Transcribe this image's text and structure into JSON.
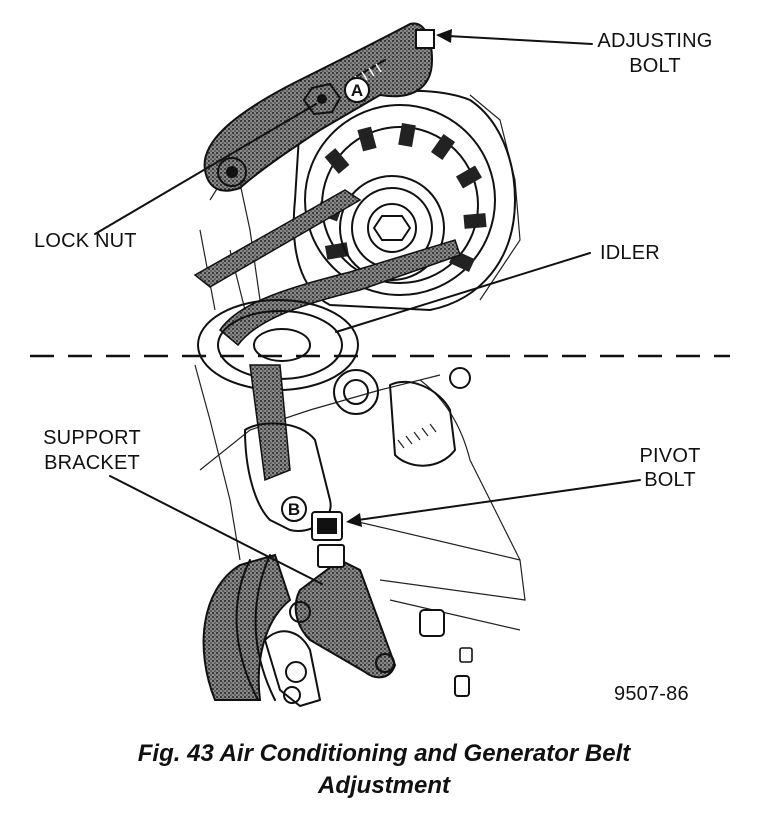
{
  "figure": {
    "labels": {
      "adjusting_bolt_line1": "ADJUSTING",
      "adjusting_bolt_line2": "BOLT",
      "lock_nut": "LOCK NUT",
      "idler": "IDLER",
      "support_bracket_line1": "SUPPORT",
      "support_bracket_line2": "BRACKET",
      "pivot_bolt_line1": "PIVOT",
      "pivot_bolt_line2": "BOLT",
      "callout_a": "A",
      "callout_b": "B",
      "figure_code": "9507-86"
    },
    "caption_line1": "Fig. 43 Air Conditioning and Generator Belt",
    "caption_line2": "Adjustment"
  }
}
